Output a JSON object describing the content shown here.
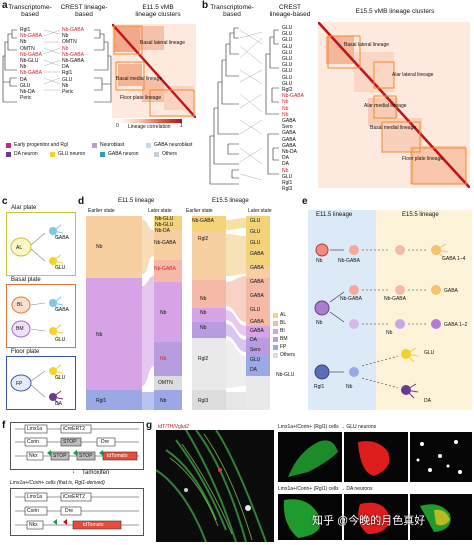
{
  "panel_a": {
    "label": "a",
    "header_transcriptome": "Transcriptome-\nbased",
    "header_crest": "CREST lineage-\nbased",
    "header_clusters": "E11.5 vMB\nlineage clusters",
    "transcriptome_list": [
      "Rgl1",
      "Nb-GABA",
      "Nb",
      "OMTN",
      "Nb-GABA",
      "Nb-GLU",
      "Nb",
      "Nb-GABA",
      "DA",
      "GLU",
      "Nb-DA",
      "Peric"
    ],
    "crest_list": [
      "Nb-GABA",
      "Nb",
      "OMTN",
      "Nb",
      "Nb-GABA",
      "Nb-GABA",
      "DA",
      "Rgl1",
      "GLU",
      "Nb",
      "Peric"
    ],
    "region_labels": [
      "Basal lateral lineage",
      "Basal medial lineage",
      "Floor plate lineage"
    ],
    "axis_label": "Lineage correlation",
    "axis_min": "0",
    "axis_max": "1",
    "legend": [
      {
        "label": "Early progenitor and Rgl",
        "color": "#d4237a"
      },
      {
        "label": "Neuroblast",
        "color": "#b89ec9"
      },
      {
        "label": "GABA neuroblast",
        "color": "#c7d8e6"
      },
      {
        "label": "DA neuron",
        "color": "#6a3b8c"
      },
      {
        "label": "GLU neuron",
        "color": "#f2d22e"
      },
      {
        "label": "GABA neuron",
        "color": "#2d9cc0"
      },
      {
        "label": "Others",
        "color": "#cccccc"
      }
    ]
  },
  "panel_b": {
    "label": "b",
    "header_transcriptome": "Transcriptome-\nbased",
    "header_crest": "CREST\nlineage-based",
    "header_clusters": "E15.5 vMB lineage clusters",
    "list": [
      "GLU",
      "GLU",
      "GLU",
      "GLU",
      "GLU",
      "GLU",
      "GLU",
      "GLU",
      "GLU",
      "GLU",
      "Rgl2",
      "Nb-GABA",
      "Nb",
      "Nb",
      "Nb",
      "GABA",
      "Sero",
      "GABA",
      "GABA",
      "GABA",
      "Nb-DA",
      "DA",
      "DA",
      "Nb",
      "GLU",
      "Rgl1",
      "Rgl3",
      "GLU",
      "Rgl1"
    ],
    "region_labels": [
      "Basal lateral lineage",
      "Alar lateral lineage",
      "Alar medial lineage",
      "Basal medial lineage",
      "Floor plate lineage"
    ]
  },
  "panel_c": {
    "label": "c",
    "boxes": [
      {
        "title": "Alar plate",
        "code": "AL",
        "top": "GABA",
        "bottom": "GLU",
        "color": "#c7c43a"
      },
      {
        "title": "Basal plate",
        "code_top": "BL",
        "code_bottom": "BM",
        "top": "GABA",
        "bottom": "GLU",
        "color": "#e07a3a"
      },
      {
        "title": "Floor plate",
        "code": "FP",
        "top": "GLU",
        "bottom": "DA",
        "color": "#3a55a0"
      }
    ]
  },
  "panel_d": {
    "label": "d",
    "title_e11": "E11.5 lineage",
    "title_e15": "E15.5 lineage",
    "earlier": "Earlier state",
    "later": "Later state",
    "e11_left": [
      "Nb",
      "Nb",
      "Rgl1"
    ],
    "e11_right": [
      "Nb-GABA",
      "Nb-GABA",
      "Nb",
      "Nb",
      "OMTN",
      "Nb"
    ],
    "e11_right_top": [
      "Nb-GLU",
      "Nb-GLU",
      "Nb-DA"
    ],
    "e15_left": [
      "Nb-GABA",
      "Rgl2",
      "Nb",
      "Nb",
      "Nb",
      "Rgl2",
      "Rgl3"
    ],
    "e15_right": [
      "GLU",
      "GLU",
      "GLU",
      "GABA",
      "GABA",
      "GABA",
      "GABA",
      "GLU",
      "GABA",
      "GABA",
      "DA",
      "Sero",
      "GLU",
      "DA"
    ],
    "legend": [
      {
        "label": "AL",
        "color": "#f3d27a"
      },
      {
        "label": "BL",
        "color": "#f6b9a8"
      },
      {
        "label": "BI",
        "color": "#d79ee5"
      },
      {
        "label": "BM",
        "color": "#b79de0"
      },
      {
        "label": "FP",
        "color": "#9aa8e6"
      },
      {
        "label": "Others",
        "color": "#dcdcdc"
      }
    ],
    "nb_glu": "Nb-GLU"
  },
  "panel_e": {
    "label": "e",
    "title_e11": "E11.5 lineage",
    "title_e15": "E15.5 lineage",
    "rows": [
      {
        "start": "Nb",
        "mid": "Nb-GABA",
        "end": "GABA 1–4"
      },
      {
        "start": "Nb",
        "mid1": "Nb-GABA",
        "mid2": "Nb-GABA",
        "mid3": "Nb",
        "end1": "GABA",
        "end2": "GABA 1–2"
      },
      {
        "start": "Rgl1",
        "mid": "Nb",
        "end1": "GLU",
        "end2": "DA"
      }
    ]
  },
  "panel_f": {
    "label": "f",
    "line1": [
      "Lmx1a",
      "iCreERT2"
    ],
    "line2": [
      "Corin",
      "STOP",
      "Dre"
    ],
    "line3": [
      "Nkx",
      "STOP",
      "STOP",
      "tdTomato"
    ],
    "tamoxifen": "Tamoxifen",
    "caption": "Lmx1a+/Corin+ cells (that is, Rgl1-derived)",
    "line4": [
      "Lmx1a",
      "iCreERT2"
    ],
    "line5": [
      "Corin",
      "Dre"
    ],
    "line6": [
      "Nkx",
      "tdTomato"
    ]
  },
  "panel_g": {
    "label": "g",
    "stain": "tdT/TH/Vglut2",
    "title_glu": "Lmx1a+/Corin+ (Rgl1) cells → GLU neurons",
    "title_da": "Lmx1a+/Corin+ (Rgl1) cells → DA neurons",
    "watermark": "知乎 @今晚的月色真好"
  }
}
